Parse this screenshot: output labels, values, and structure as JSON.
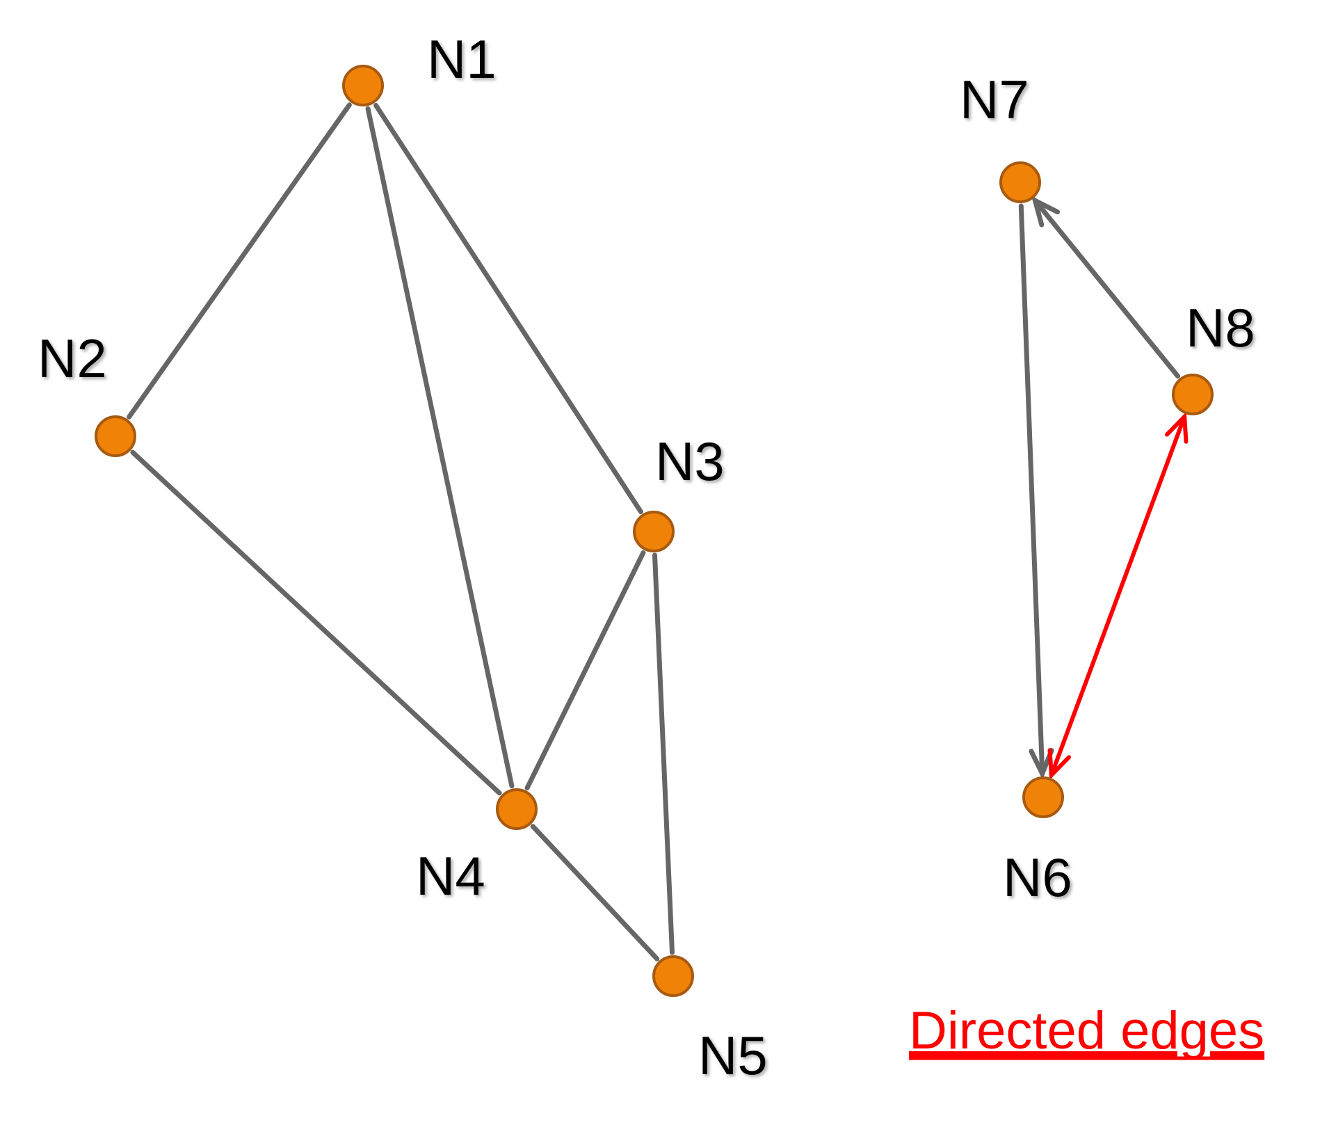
{
  "diagram": {
    "colors": {
      "node_fill": "#f08208",
      "node_stroke": "#a75a10",
      "edge": "#666666",
      "highlight": "#ff0000",
      "label": "#000000"
    },
    "nodes": [
      {
        "id": "N1",
        "label": "N1"
      },
      {
        "id": "N2",
        "label": "N2"
      },
      {
        "id": "N3",
        "label": "N3"
      },
      {
        "id": "N4",
        "label": "N4"
      },
      {
        "id": "N5",
        "label": "N5"
      },
      {
        "id": "N6",
        "label": "N6"
      },
      {
        "id": "N7",
        "label": "N7"
      },
      {
        "id": "N8",
        "label": "N8"
      }
    ],
    "edges": [
      {
        "from": "N1",
        "to": "N2",
        "directed": false
      },
      {
        "from": "N1",
        "to": "N4",
        "directed": false
      },
      {
        "from": "N1",
        "to": "N3",
        "directed": false
      },
      {
        "from": "N2",
        "to": "N4",
        "directed": false
      },
      {
        "from": "N3",
        "to": "N4",
        "directed": false
      },
      {
        "from": "N3",
        "to": "N5",
        "directed": false
      },
      {
        "from": "N4",
        "to": "N5",
        "directed": false
      },
      {
        "from": "N7",
        "to": "N6",
        "directed": true
      },
      {
        "from": "N8",
        "to": "N7",
        "directed": true
      },
      {
        "from": "N8",
        "to": "N6",
        "directed": true,
        "bidirectional": true,
        "highlight": true
      }
    ],
    "caption": "Directed edges"
  }
}
